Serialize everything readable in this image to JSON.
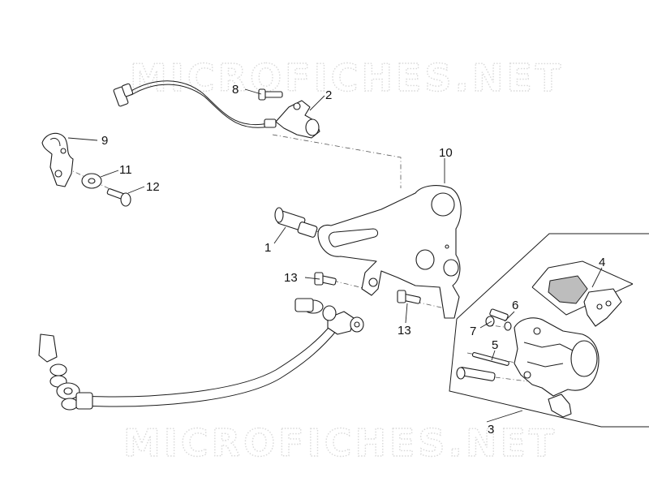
{
  "watermark": {
    "text": "MICROFICHES.NET"
  },
  "callouts": [
    {
      "id": "part-1",
      "label": "1"
    },
    {
      "id": "part-2",
      "label": "2"
    },
    {
      "id": "part-3",
      "label": "3"
    },
    {
      "id": "part-4",
      "label": "4"
    },
    {
      "id": "part-5",
      "label": "5"
    },
    {
      "id": "part-6",
      "label": "6"
    },
    {
      "id": "part-7",
      "label": "7"
    },
    {
      "id": "part-8",
      "label": "8"
    },
    {
      "id": "part-9",
      "label": "9"
    },
    {
      "id": "part-10",
      "label": "10"
    },
    {
      "id": "part-11",
      "label": "11"
    },
    {
      "id": "part-12",
      "label": "12"
    },
    {
      "id": "part-13a",
      "label": "13"
    },
    {
      "id": "part-13b",
      "label": "13"
    }
  ]
}
